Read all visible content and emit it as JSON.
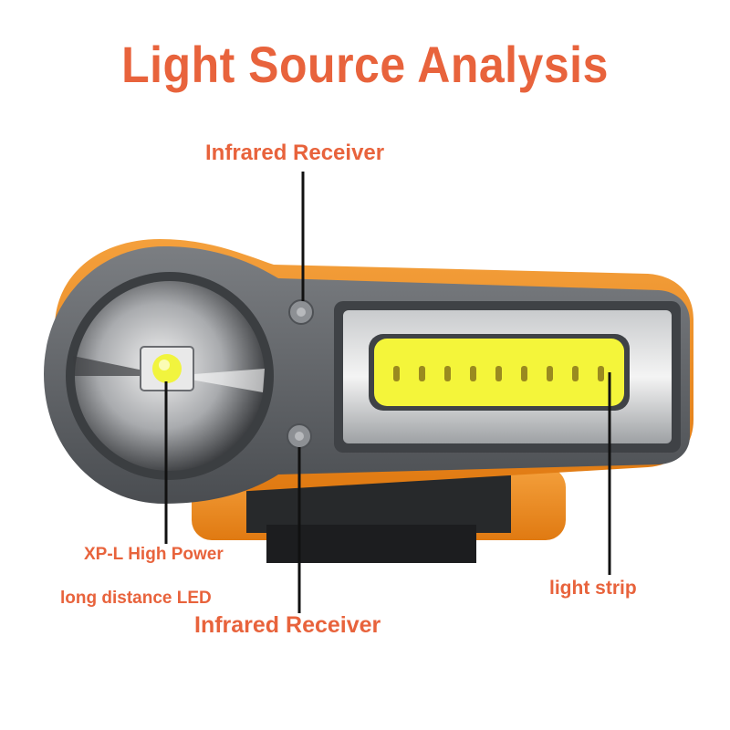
{
  "title": "Light Source Analysis",
  "labels": {
    "infrared_top": "Infrared Receiver",
    "xpl_line1": "XP-L High Power",
    "xpl_line2": "long distance LED",
    "infrared_bottom": "Infrared Receiver",
    "light_strip": "light strip"
  },
  "colors": {
    "accent": "#e8633c",
    "housing_orange": "#f08a1e",
    "body_gray": "#5a5d61",
    "cob_yellow": "#f4f53a"
  }
}
